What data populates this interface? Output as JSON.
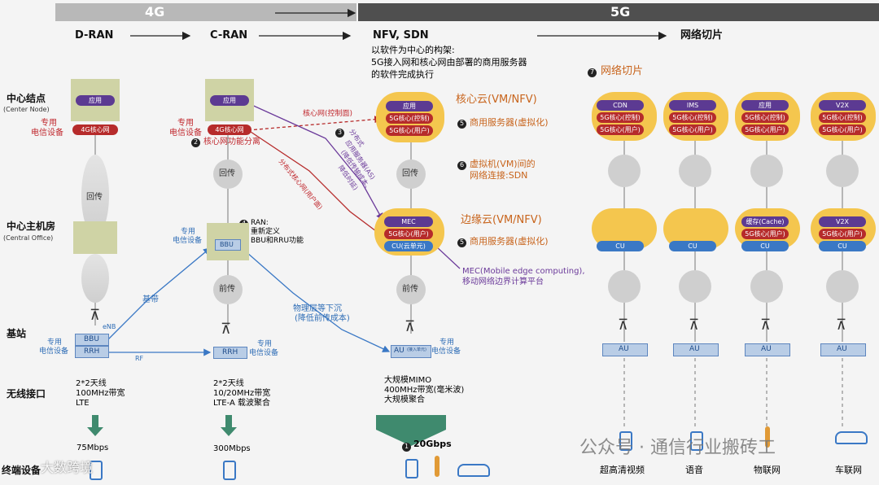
{
  "header": {
    "g4": "4G",
    "g5": "5G"
  },
  "stages": {
    "d_ran": "D-RAN",
    "c_ran": "C-RAN",
    "nfv_sdn": "NFV, SDN",
    "slicing": "网络切片"
  },
  "left_labels": {
    "center_node": "中心结点",
    "center_node_en": "(Center Node)",
    "central_office": "中心主机房",
    "central_office_en": "(Central Office)",
    "base_station": "基站",
    "wireless": "无线接口",
    "terminal": "终端设备"
  },
  "dran": {
    "app": "应用",
    "core": "4G核心网",
    "dedicated1": "专用",
    "dedicated2": "电信设备",
    "backhaul": "回传",
    "enb": "eNB",
    "bbu": "BBU",
    "rrh": "RRH",
    "ded_bs1": "专用",
    "ded_bs2": "电信设备",
    "spec": [
      "2*2天线",
      "100MHz带宽",
      "LTE"
    ],
    "speed": "75Mbps"
  },
  "cran": {
    "app": "应用",
    "core": "4G核心网",
    "dedicated1": "专用",
    "dedicated2": "电信设备",
    "sep_num": "2",
    "sep": "核心网功能分离",
    "backhaul": "回传",
    "ran_num": "4",
    "ran1": "RAN:",
    "ran2": "重新定义",
    "ran3": "BBU和RRU功能",
    "dedicated3": "专用",
    "dedicated4": "电信设备",
    "bbu": "BBU",
    "fronthaul": "前传",
    "baseband": "基带",
    "phy1": "物理层等下沉",
    "phy2": "(降低前传成本)",
    "rrh": "RRH",
    "ded_rrh1": "专用",
    "ded_rrh2": "电信设备",
    "rf": "RF",
    "spec": [
      "2*2天线",
      "10/20MHz带宽",
      "LTE-A 载波聚合"
    ],
    "speed": "300Mbps"
  },
  "nfv": {
    "intro": [
      "以软件为中心的构架:",
      "5G接入网和核心网由部署的商用服务器",
      "的软件完成执行"
    ],
    "core_cloud": "核心云(VM/NFV)",
    "core_app": "应用",
    "core_ctrl": "5G核心(控制)",
    "core_user": "5G核心(用户)",
    "srv_num": "5",
    "srv": "商用服务器(虚拟化)",
    "backhaul": "回传",
    "sdn_num": "6",
    "sdn1": "虚拟机(VM)间的",
    "sdn2": "网络连接:SDN",
    "edge_cloud": "边缘云(VM/NFV)",
    "mec": "MEC",
    "edge_user": "5G核心(用户)",
    "cu": "CU(云单元)",
    "srv2_num": "5",
    "srv2": "商用服务器(虚拟化)",
    "mec_desc1": "MEC(Mobile edge computing),",
    "mec_desc2": "移动网络边界计算平台",
    "fronthaul": "前传",
    "au": "AU",
    "au_sub": "(接入单元)",
    "ded_au1": "专用",
    "ded_au2": "电信设备",
    "spec": [
      "大规模MIMO",
      "400MHz带宽(毫米波)",
      "大规模聚合"
    ],
    "speed_num": "1",
    "speed": "20Gbps",
    "ctrl_plane": "核心网(控制面)",
    "dist_as1": "分布式",
    "dist_as2": "应用服务器(AS)",
    "dist_as3": "(降低传输成本、",
    "dist_as4": "降低时延)",
    "dist_core": "分布式核心网(用户面)",
    "step3": "3"
  },
  "slicing": {
    "title_num": "7",
    "title": "网络切片",
    "columns": [
      {
        "top": [
          "CDN",
          "5G核心(控制)",
          "5G核心(用户)"
        ],
        "edge": [],
        "edge_ring": false,
        "label": "超高清视频"
      },
      {
        "top": [
          "IMS",
          "5G核心(控制)",
          "5G核心(用户)"
        ],
        "edge": [],
        "edge_ring": false,
        "label": "语音"
      },
      {
        "top": [
          "应用",
          "5G核心(控制)",
          "5G核心(用户)"
        ],
        "edge": [
          "缓存(Cache)",
          "5G核心(用户)"
        ],
        "edge_ring": true,
        "label": "物联网"
      },
      {
        "top": [
          "V2X",
          "5G核心(控制)",
          "5G核心(用户)"
        ],
        "edge": [
          "V2X",
          "5G核心(用户)"
        ],
        "edge_ring": true,
        "label": "车联网"
      }
    ],
    "cu": "CU",
    "au": "AU"
  },
  "watermark": {
    "right": "公众号 · 通信行业搬砖工",
    "left": "大数跨境"
  },
  "colors": {
    "purple": "#5c3a92",
    "red": "#b62b2b",
    "blue": "#3a78c5",
    "cloud": "#f4c64e",
    "orange": "#c8641c"
  }
}
